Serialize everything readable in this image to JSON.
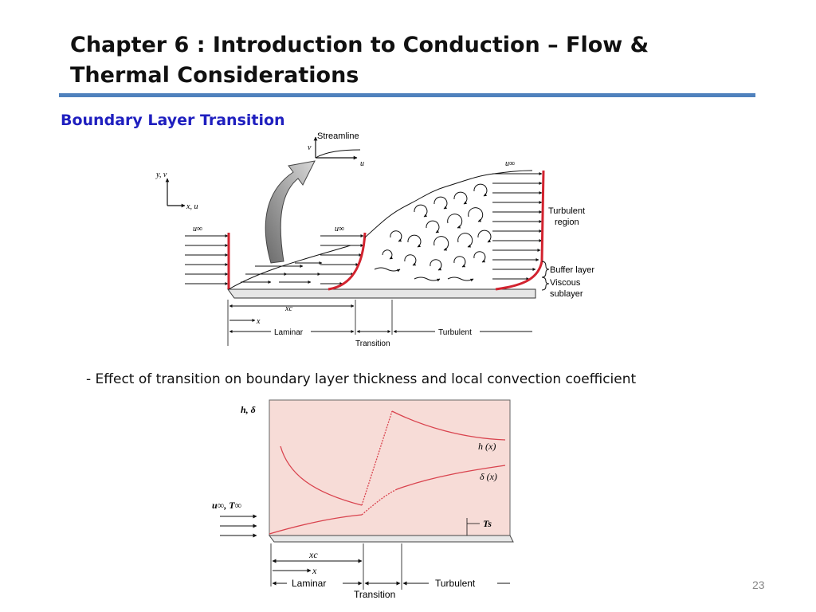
{
  "slide": {
    "title": "Chapter 6  : Introduction to Conduction – Flow & Thermal Considerations",
    "subtitle": "Boundary Layer Transition",
    "bullet": "- Effect of transition on boundary layer thickness and local convection coefficient",
    "page_number": "23"
  },
  "diagram_top": {
    "streamline": "Streamline",
    "v": "v",
    "u": "u",
    "yv": "y, v",
    "xu": "x, u",
    "u_inf": "u∞",
    "turbulent_region": [
      "Turbulent",
      "region"
    ],
    "buffer_layer": "Buffer layer",
    "viscous_sublayer": [
      "Viscous",
      "sublayer"
    ],
    "xc": "xc",
    "x": "x",
    "laminar": "Laminar",
    "transition": "Transition",
    "turbulent": "Turbulent"
  },
  "diagram_bottom": {
    "h_delta": "h, δ",
    "h_x": "h (x)",
    "delta_x": "δ (x)",
    "u_t_inf": "u∞, T∞",
    "ts": "Ts",
    "xc": "xc",
    "x": "x",
    "laminar": "Laminar",
    "transition": "Transition",
    "turbulent": "Turbulent",
    "background_color": "#f7dcd7",
    "curve_color": "#d9434e"
  }
}
